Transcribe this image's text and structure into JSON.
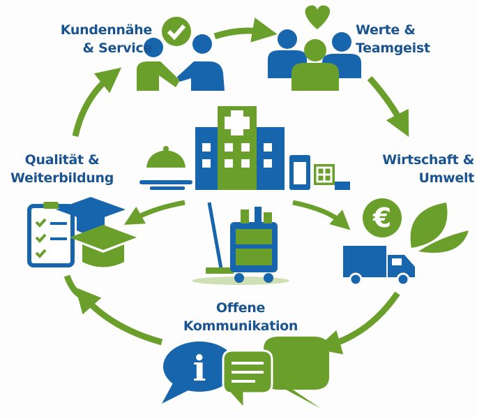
{
  "colors": {
    "blue": "#1766ad",
    "green": "#6b9f2b",
    "text": "#1a5490"
  },
  "labels": {
    "service": [
      "Kundennähe",
      "& Service"
    ],
    "values": [
      "Werte &",
      "Teamgeist"
    ],
    "economy": [
      "Wirtschaft &",
      "Umwelt"
    ],
    "quality": [
      "Qualität &",
      "Weiterbildung"
    ],
    "communication": [
      "Offene",
      "Kommunikation"
    ]
  },
  "icons": {
    "service": "handshake-people-check-icon",
    "values": "team-heart-icon",
    "economy": "euro-leaf-truck-icon",
    "quality": "checklist-graduation-cap-icon",
    "communication": "speech-bubbles-info-icon",
    "center": "hospital-cleaning-cart-icon"
  },
  "symbols": {
    "euro": "€",
    "info": "i"
  }
}
